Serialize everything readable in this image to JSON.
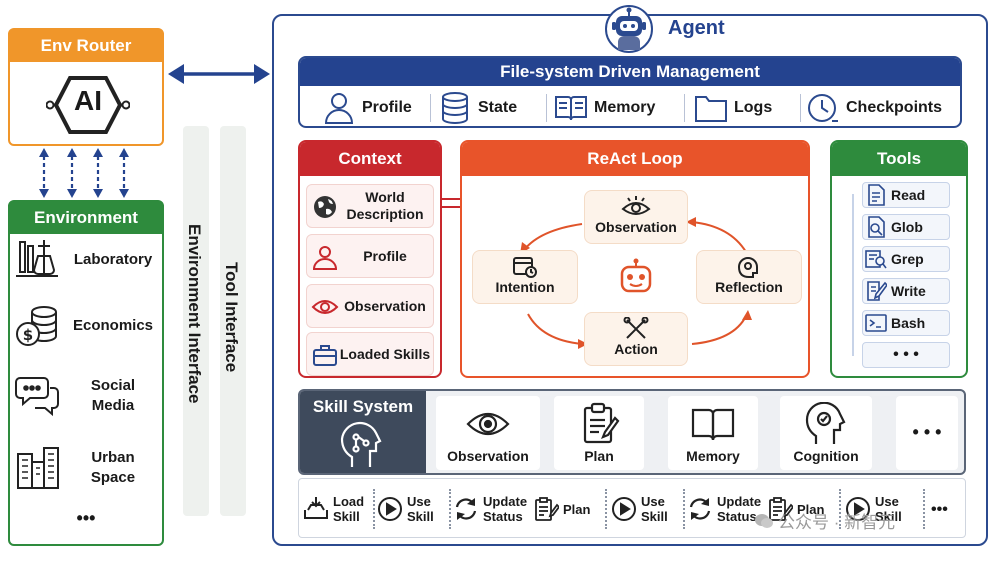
{
  "env_router": {
    "title": "Env Router",
    "logo_text": "AI"
  },
  "environment": {
    "title": "Environment",
    "items": [
      {
        "label": "Laboratory",
        "icon": "laboratory-icon"
      },
      {
        "label": "Economics",
        "icon": "economics-icon"
      },
      {
        "label": "Social Media",
        "icon": "social-media-icon"
      },
      {
        "label": "Urban Space",
        "icon": "urban-space-icon"
      }
    ],
    "more": "•••"
  },
  "interfaces": {
    "environment": "Environment Interface",
    "tool": "Tool Interface"
  },
  "agent": {
    "title": "Agent",
    "fs": {
      "title": "File-system Driven Management",
      "items": [
        {
          "label": "Profile",
          "icon": "profile-icon"
        },
        {
          "label": "State",
          "icon": "database-icon"
        },
        {
          "label": "Memory",
          "icon": "book-icon"
        },
        {
          "label": "Logs",
          "icon": "folder-icon"
        },
        {
          "label": "Checkpoints",
          "icon": "clock-icon"
        }
      ]
    },
    "context": {
      "title": "Context",
      "items": [
        {
          "label": "World Description",
          "icon": "globe-icon"
        },
        {
          "label": "Profile",
          "icon": "person-icon"
        },
        {
          "label": "Observation",
          "icon": "eye-icon"
        },
        {
          "label": "Loaded Skills",
          "icon": "toolbox-icon"
        }
      ]
    },
    "react": {
      "title": "ReAct Loop",
      "nodes": {
        "observation": "Observation",
        "reflection": "Reflection",
        "action": "Action",
        "intention": "Intention"
      }
    },
    "tools": {
      "title": "Tools",
      "items": [
        {
          "label": "Read",
          "icon": "document-icon"
        },
        {
          "label": "Glob",
          "icon": "file-search-icon"
        },
        {
          "label": "Grep",
          "icon": "grep-icon"
        },
        {
          "label": "Write",
          "icon": "write-icon"
        },
        {
          "label": "Bash",
          "icon": "terminal-icon"
        }
      ],
      "more": "• • •"
    },
    "skills": {
      "title": "Skill System",
      "cards": [
        {
          "label": "Observation",
          "icon": "eye-icon"
        },
        {
          "label": "Plan",
          "icon": "clipboard-icon"
        },
        {
          "label": "Memory",
          "icon": "book-icon"
        },
        {
          "label": "Cognition",
          "icon": "head-gear-icon"
        }
      ],
      "more": "• • •"
    },
    "flow": [
      {
        "label": "Load Skill",
        "icon": "load-icon"
      },
      {
        "label": "Use Skill",
        "icon": "play-icon"
      },
      {
        "label": "Update Status",
        "icon": "refresh-icon"
      },
      {
        "label": "Plan",
        "icon": "clipboard-icon"
      },
      {
        "label": "Use Skill",
        "icon": "play-icon"
      },
      {
        "label": "Update Status",
        "icon": "refresh-icon"
      },
      {
        "label": "Plan",
        "icon": "clipboard-icon"
      },
      {
        "label": "Use Skill",
        "icon": "play-icon"
      },
      {
        "label": "•••",
        "icon": ""
      }
    ]
  },
  "watermark": "公众号 · 新智元",
  "colors": {
    "orange": "#f0962a",
    "green": "#2e8b3d",
    "navy": "#24438f",
    "red": "#c8282d",
    "react": "#e8542a",
    "slate": "#3e4a5c"
  }
}
